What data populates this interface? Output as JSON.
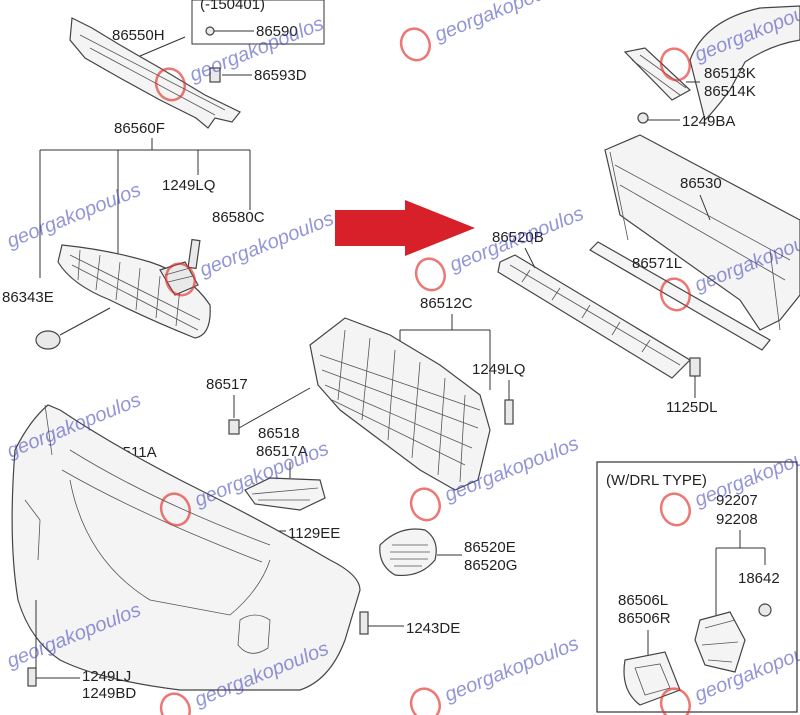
{
  "watermark": {
    "text": "georgakopoulos",
    "logo_color": "#e0302a",
    "text_color": "#3a3fb8"
  },
  "arrow": {
    "color": "#d7202a",
    "icon": "right-arrow-icon"
  },
  "drl_box": {
    "title": "(W/DRL TYPE)"
  },
  "labels": {
    "p15040": "(-150401)",
    "p86550H": "86550H",
    "p86590": "86590",
    "p86593D": "86593D",
    "p86560F": "86560F",
    "p1249LQ_a": "1249LQ",
    "p86580C": "86580C",
    "p86343E": "86343E",
    "p86513K": "86513K",
    "p86514K": "86514K",
    "p1249BA": "1249BA",
    "p86530": "86530",
    "p86520B": "86520B",
    "p86571L": "86571L",
    "p86512C": "86512C",
    "p1249LQ_b": "1249LQ",
    "p86517": "86517",
    "p1125DL": "1125DL",
    "p86518": "86518",
    "p86517A": "86517A",
    "p86511A": "86511A",
    "p1129EE": "1129EE",
    "p86520E": "86520E",
    "p86520G": "86520G",
    "p1243DE": "1243DE",
    "p1249LJ": "1249LJ",
    "p1249BD": "1249BD",
    "p92207": "92207",
    "p92208": "92208",
    "p18642": "18642",
    "p86506L": "86506L",
    "p86506R": "86506R"
  }
}
